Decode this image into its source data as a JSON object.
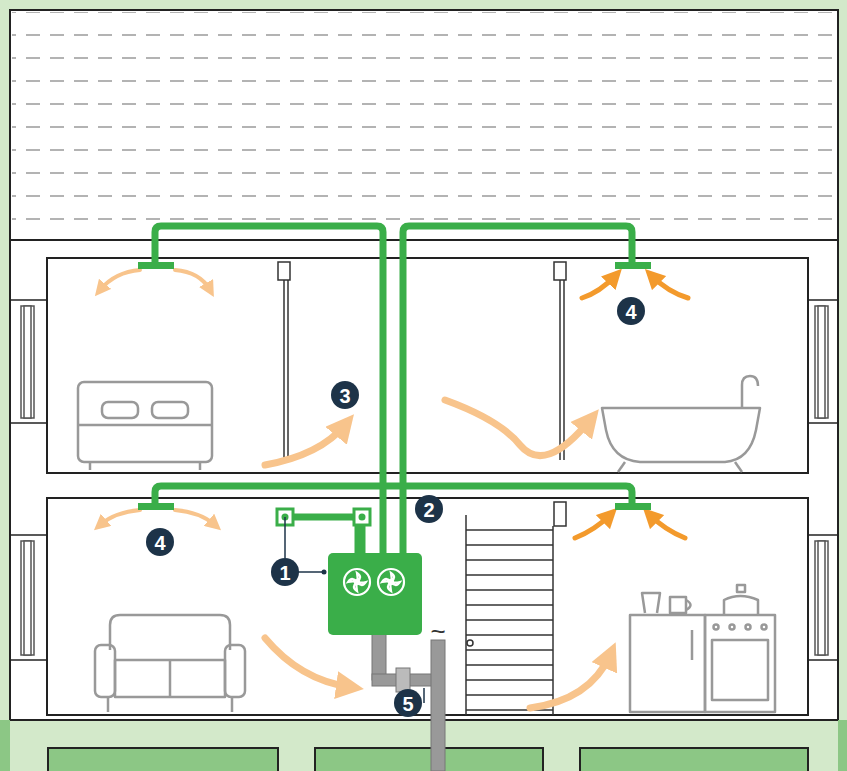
{
  "diagram": {
    "labels": [
      "3",
      "4",
      "2",
      "4",
      "1",
      "5",
      "~"
    ]
  }
}
